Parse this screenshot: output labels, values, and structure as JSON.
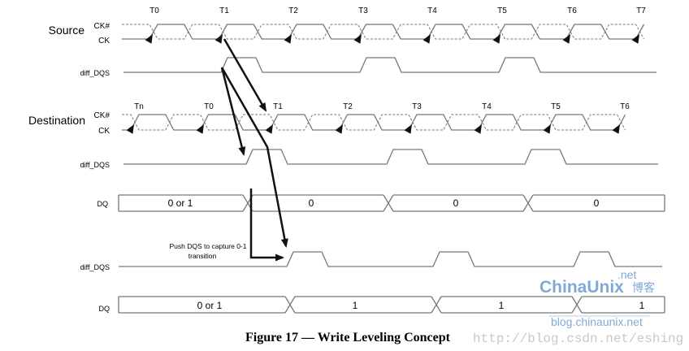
{
  "source": {
    "title": "Source",
    "ck_sharp": "CK#",
    "ck": "CK",
    "dqs_label": "diff_DQS",
    "ticks": [
      "T0",
      "T1",
      "T2",
      "T3",
      "T4",
      "T5",
      "T6",
      "T7"
    ]
  },
  "destination": {
    "title": "Destination",
    "ck_sharp": "CK#",
    "ck": "CK",
    "dqs_label": "diff_DQS",
    "ticks": [
      "Tn",
      "T0",
      "T1",
      "T2",
      "T3",
      "T4",
      "T5",
      "T6"
    ]
  },
  "dq1": {
    "label": "DQ",
    "values": [
      "0 or 1",
      "0",
      "0",
      "0"
    ]
  },
  "dqs3": {
    "label": "diff_DQS"
  },
  "dq2": {
    "label": "DQ",
    "values": [
      "0 or 1",
      "1",
      "1",
      "1"
    ]
  },
  "annotation": {
    "line1": "Push DQS to capture 0-1",
    "line2": "transition"
  },
  "caption": "Figure 17 — Write Leveling Concept",
  "watermarks": {
    "logo": "ChinaUnix",
    "logo_cn": "博客",
    "logo_net": ".net",
    "blog": "blog.chinaunix.net",
    "csdn": "http://blog.csdn.net/eshing"
  }
}
